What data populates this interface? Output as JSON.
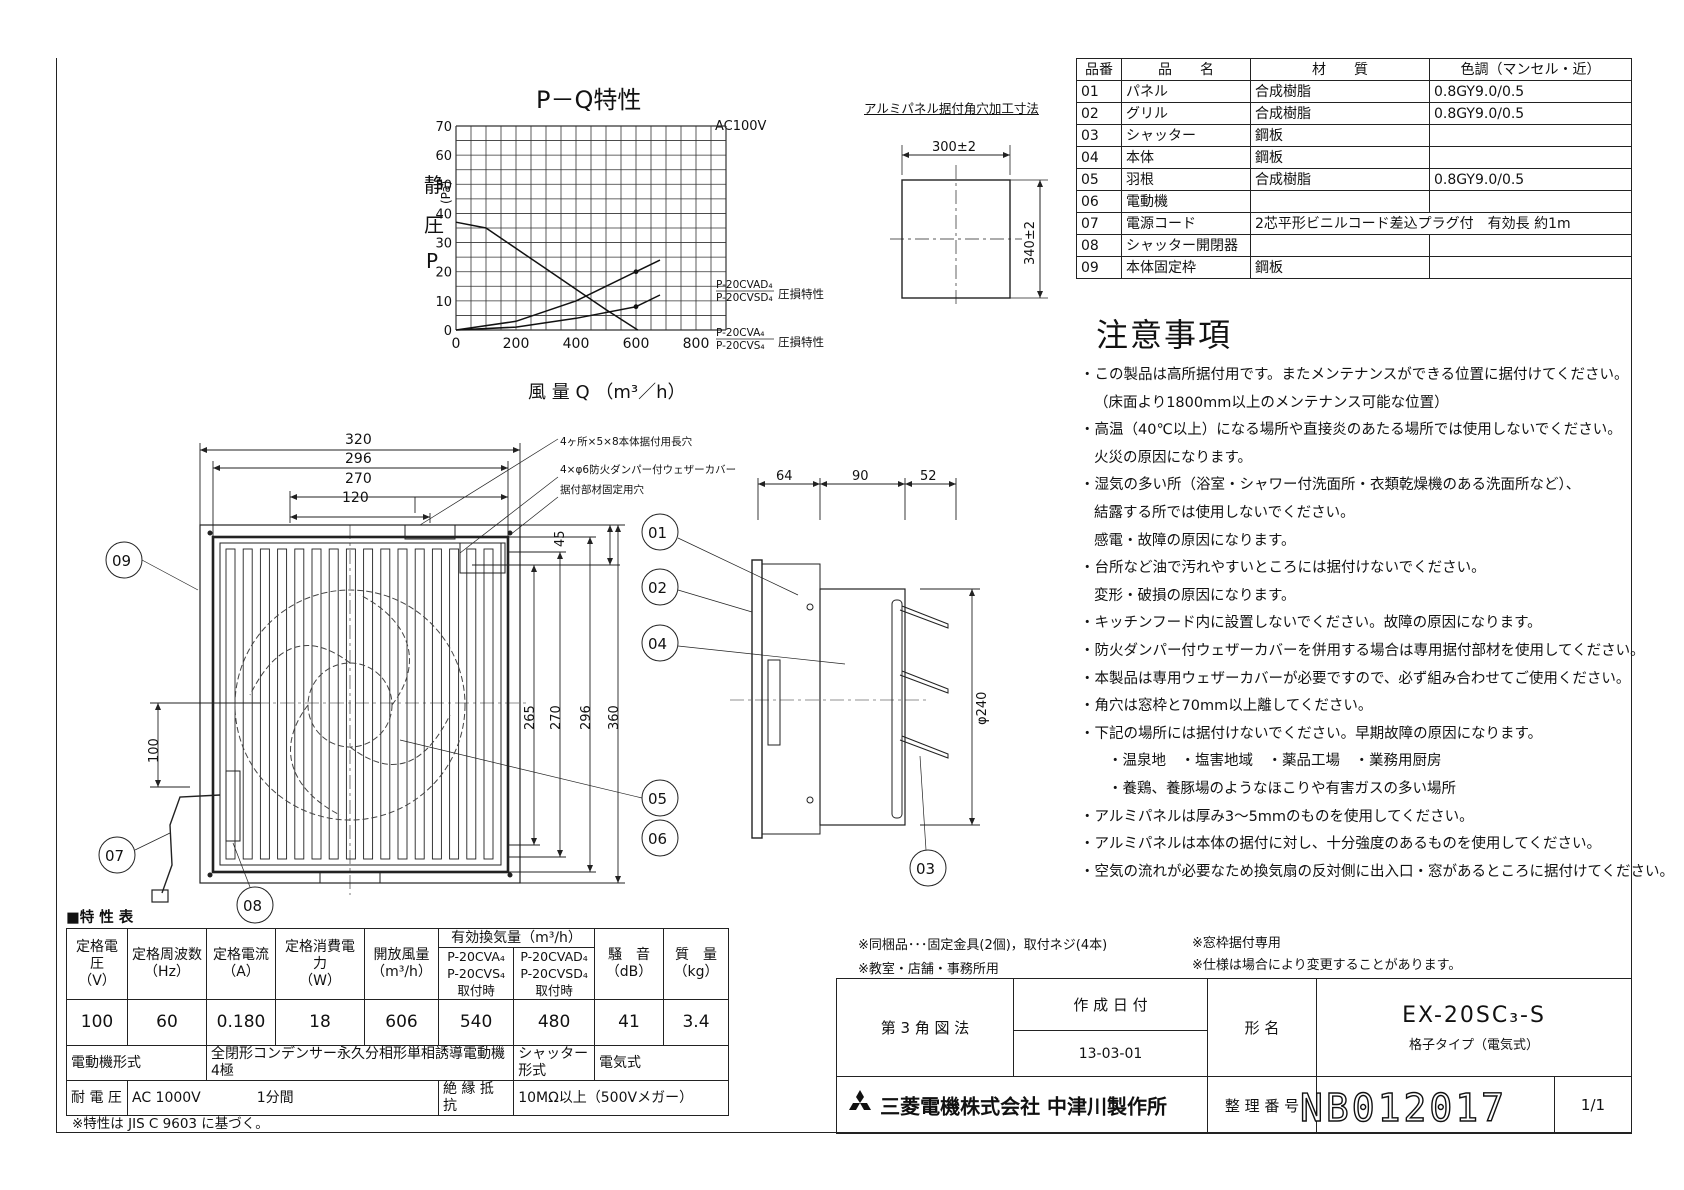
{
  "pq_chart": {
    "title": "P－Q特性",
    "voltage": "AC100V",
    "ylabel_chars": [
      "静",
      "圧",
      "P"
    ],
    "yunit": "(Pa)",
    "xlabel": "風 量 Q （m³／h）",
    "yticks": [
      "70",
      "60",
      "50",
      "40",
      "30",
      "20",
      "10",
      "0"
    ],
    "xticks": [
      "0",
      "200",
      "400",
      "600",
      "800"
    ],
    "pressure_labels": [
      "P-20CVAD₄",
      "P-20CVSD₄"
    ],
    "pressure_caption": "圧損特性",
    "open_labels": [
      "P-20CVA₄",
      "P-20CVS₄"
    ],
    "open_caption": "圧損特性"
  },
  "chart_data": {
    "type": "line",
    "title": "P－Q特性",
    "xlabel": "風 量 Q （m³／h）",
    "ylabel": "静圧P (Pa)",
    "xlim": [
      0,
      900
    ],
    "ylim": [
      0,
      70
    ],
    "grid": true,
    "series": [
      {
        "name": "",
        "x": [
          0,
          100,
          200,
          300,
          400,
          500,
          606
        ],
        "y": [
          37,
          35,
          28,
          21,
          14,
          7,
          0
        ]
      },
      {
        "name": "P-20CVAD₄ P-20CVSD₄",
        "x": [
          0,
          200,
          400,
          600,
          680
        ],
        "y": [
          0,
          3,
          10,
          20,
          24
        ]
      },
      {
        "name": "P-20CVA₄ P-20CVS₄",
        "x": [
          0,
          200,
          400,
          600,
          680
        ],
        "y": [
          0,
          1,
          4,
          8,
          12
        ]
      }
    ]
  },
  "alu_panel": {
    "title": "アルミパネル据付角穴加工寸法",
    "width": "300±2",
    "height": "340±2"
  },
  "parts_table": {
    "headers": [
      "品番",
      "品　　名",
      "材　　質",
      "色調（マンセル・近）"
    ],
    "rows": [
      [
        "01",
        "パネル",
        "合成樹脂",
        "0.8GY9.0/0.5"
      ],
      [
        "02",
        "グリル",
        "合成樹脂",
        "0.8GY9.0/0.5"
      ],
      [
        "03",
        "シャッター",
        "鋼板",
        ""
      ],
      [
        "04",
        "本体",
        "鋼板",
        ""
      ],
      [
        "05",
        "羽根",
        "合成樹脂",
        "0.8GY9.0/0.5"
      ],
      [
        "06",
        "電動機",
        "",
        ""
      ],
      [
        "07",
        "電源コード",
        "2芯平形ビニルコード差込プラグ付　有効長 約1m",
        ""
      ],
      [
        "08",
        "シャッター開閉器",
        "",
        ""
      ],
      [
        "09",
        "本体固定枠",
        "鋼板",
        ""
      ]
    ]
  },
  "notes": {
    "title": "注意事項",
    "lines": [
      "・この製品は高所据付用です。またメンテナンスができる位置に据付けてください。",
      "（床面より1800mm以上のメンテナンス可能な位置）",
      "・高温（40℃以上）になる場所や直接炎のあたる場所では使用しないでください。",
      "火災の原因になります。",
      "・湿気の多い所（浴室・シャワー付洗面所・衣類乾燥機のある洗面所など）、",
      "結露する所では使用しないでください。",
      "感電・故障の原因になります。",
      "・台所など油で汚れやすいところには据付けないでください。",
      "変形・破損の原因になります。",
      "・キッチンフード内に設置しないでください。故障の原因になります。",
      "・防火ダンパー付ウェザーカバーを併用する場合は専用据付部材を使用してください。",
      "・本製品は専用ウェザーカバーが必要ですので、必ず組み合わせてご使用ください。",
      "・角穴は窓枠と70mm以上離してください。",
      "・下記の場所には据付けないでください。早期故障の原因になります。",
      "・温泉地　・塩害地域　・薬品工場　・業務用厨房",
      "・養鶏、養豚場のようなほこりや有害ガスの多い場所",
      "・アルミパネルは厚み3～5mmのものを使用してください。",
      "・アルミパネルは本体の据付に対し、十分強度のあるものを使用してください。",
      "・空気の流れが必要なため換気扇の反対側に出入口・窓があるところに据付けてください。"
    ]
  },
  "front_view": {
    "dims_top": [
      "320",
      "296",
      "270",
      "120"
    ],
    "dim_45": "45",
    "dims_right": [
      "265",
      "270",
      "296",
      "360"
    ],
    "dim_left": "100",
    "annotations": [
      "4ヶ所×5×8本体据付用長穴",
      "4×φ6防火ダンパー付ウェザーカバー",
      "据付部材固定用穴"
    ],
    "part_markers": [
      "09",
      "07",
      "08"
    ]
  },
  "side_view": {
    "dims_top": [
      "64",
      "90",
      "52"
    ],
    "dim_dia": "φ240",
    "part_markers": [
      "01",
      "02",
      "04",
      "05",
      "06",
      "03"
    ]
  },
  "spec": {
    "title": "■特 性 表",
    "headers": [
      "定格電圧\n（V）",
      "定格周波数\n（Hz）",
      "定格電流\n（A）",
      "定格消費電力\n（W）",
      "開放風量\n（m³/h）",
      "有効換気量（m³/h）",
      "騒　音\n（dB）",
      "質　量\n（kg）"
    ],
    "subheaders": [
      "P-20CVA₄\nP-20CVS₄\n取付時",
      "P-20CVAD₄\nP-20CVSD₄\n取付時"
    ],
    "values": [
      "100",
      "60",
      "0.180",
      "18",
      "606",
      "540",
      "480",
      "41",
      "3.4"
    ],
    "motor_label": "電動機形式",
    "motor_value": "全閉形コンデンサー永久分相形単相誘導電動機　4極",
    "shutter_label": "シャッター形式",
    "shutter_value": "電気式",
    "voltage_label": "耐 電 圧",
    "voltage_value": "AC 1000V　　　　1分間",
    "insulation_label": "絶 縁 抵 抗",
    "insulation_value": "10MΩ以上（500Vメガー）",
    "footnote": "※特性は JIS C 9603 に基づく。"
  },
  "accessories": {
    "line1": "※同梱品･･･固定金具(2個)，取付ネジ(4本)",
    "line2": "※教室・店舗・事務所用",
    "line3": "※窓枠据付専用",
    "line4": "※仕様は場合により変更することがあります。"
  },
  "title_block": {
    "projection": "第 3 角 図 法",
    "date_label": "作 成 日 付",
    "date_value": "13-03-01",
    "model_label": "形 名",
    "model_value": "EX-20SC₃-S",
    "model_sub": "格子タイプ（電気式）",
    "company": "三菱電機株式会社 中津川製作所",
    "number_label": "整 理 番 号",
    "number_value": "NB012017",
    "sheet": "1/1"
  }
}
